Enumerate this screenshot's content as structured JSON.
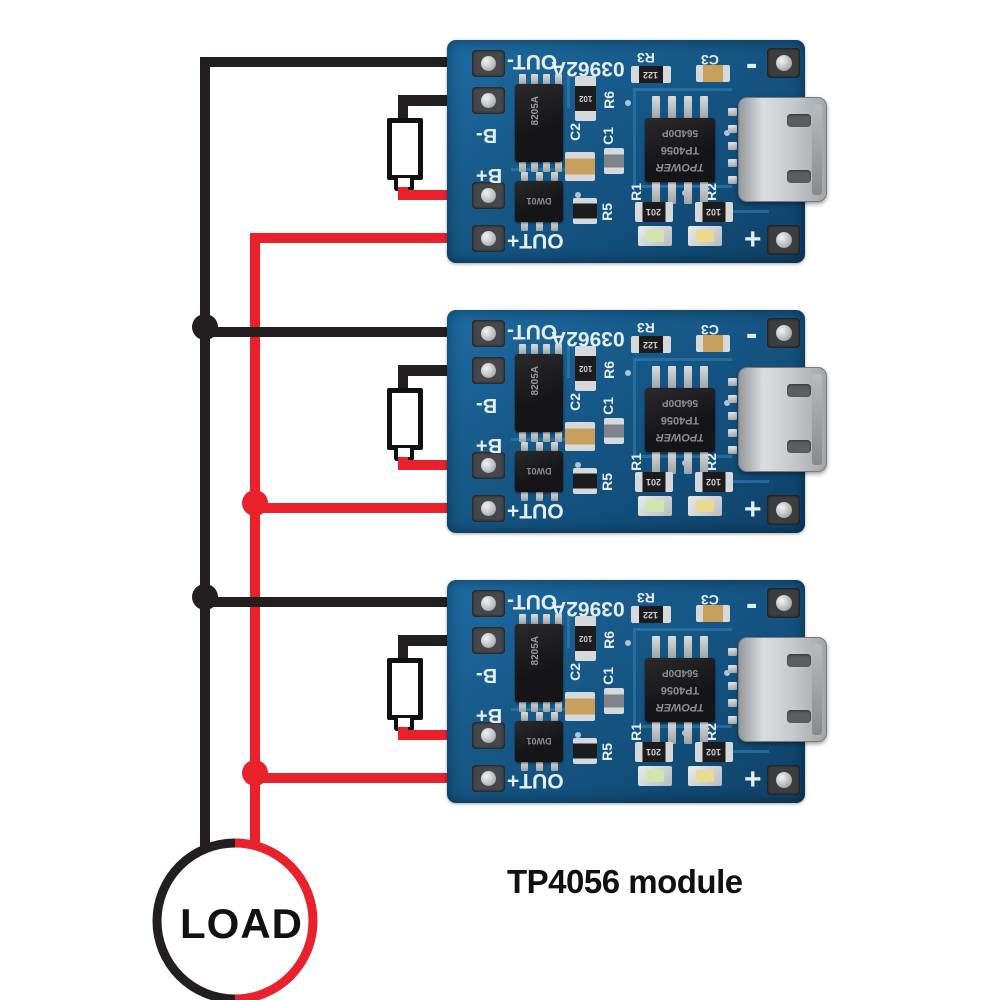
{
  "caption": {
    "text": "TP4056 module"
  },
  "load": {
    "label": "LOAD"
  },
  "colors": {
    "wire_negative": "#231f20",
    "wire_positive": "#e8212b",
    "board_blue": "#155680",
    "silkscreen_white": "#e6eef5"
  },
  "module": {
    "name": "TP4056 lithium charging module (03962A), shown rotated 180°",
    "silkscreen": {
      "out_minus": "OUT-",
      "b_minus": "B-",
      "b_plus": "B+",
      "out_plus": "OUT+",
      "board_id": "03962A",
      "r3": "R3",
      "c3": "C3",
      "r6": "R6",
      "c2": "C2",
      "c1": "C1",
      "r1": "R1",
      "r2": "R2",
      "r5": "R5",
      "in_minus": "-",
      "in_plus": "+"
    },
    "chips": {
      "main_line1": "TPOWER",
      "main_line2": "TP4056",
      "main_line3": "564D0P",
      "protection": "8205A",
      "supervisor": "DW01"
    },
    "resistors": {
      "r3": "122",
      "r6": "102",
      "r1": "201",
      "r2": "102"
    }
  },
  "modules": [
    {
      "name": "tp4056-module-1"
    },
    {
      "name": "tp4056-module-2"
    },
    {
      "name": "tp4056-module-3"
    }
  ]
}
